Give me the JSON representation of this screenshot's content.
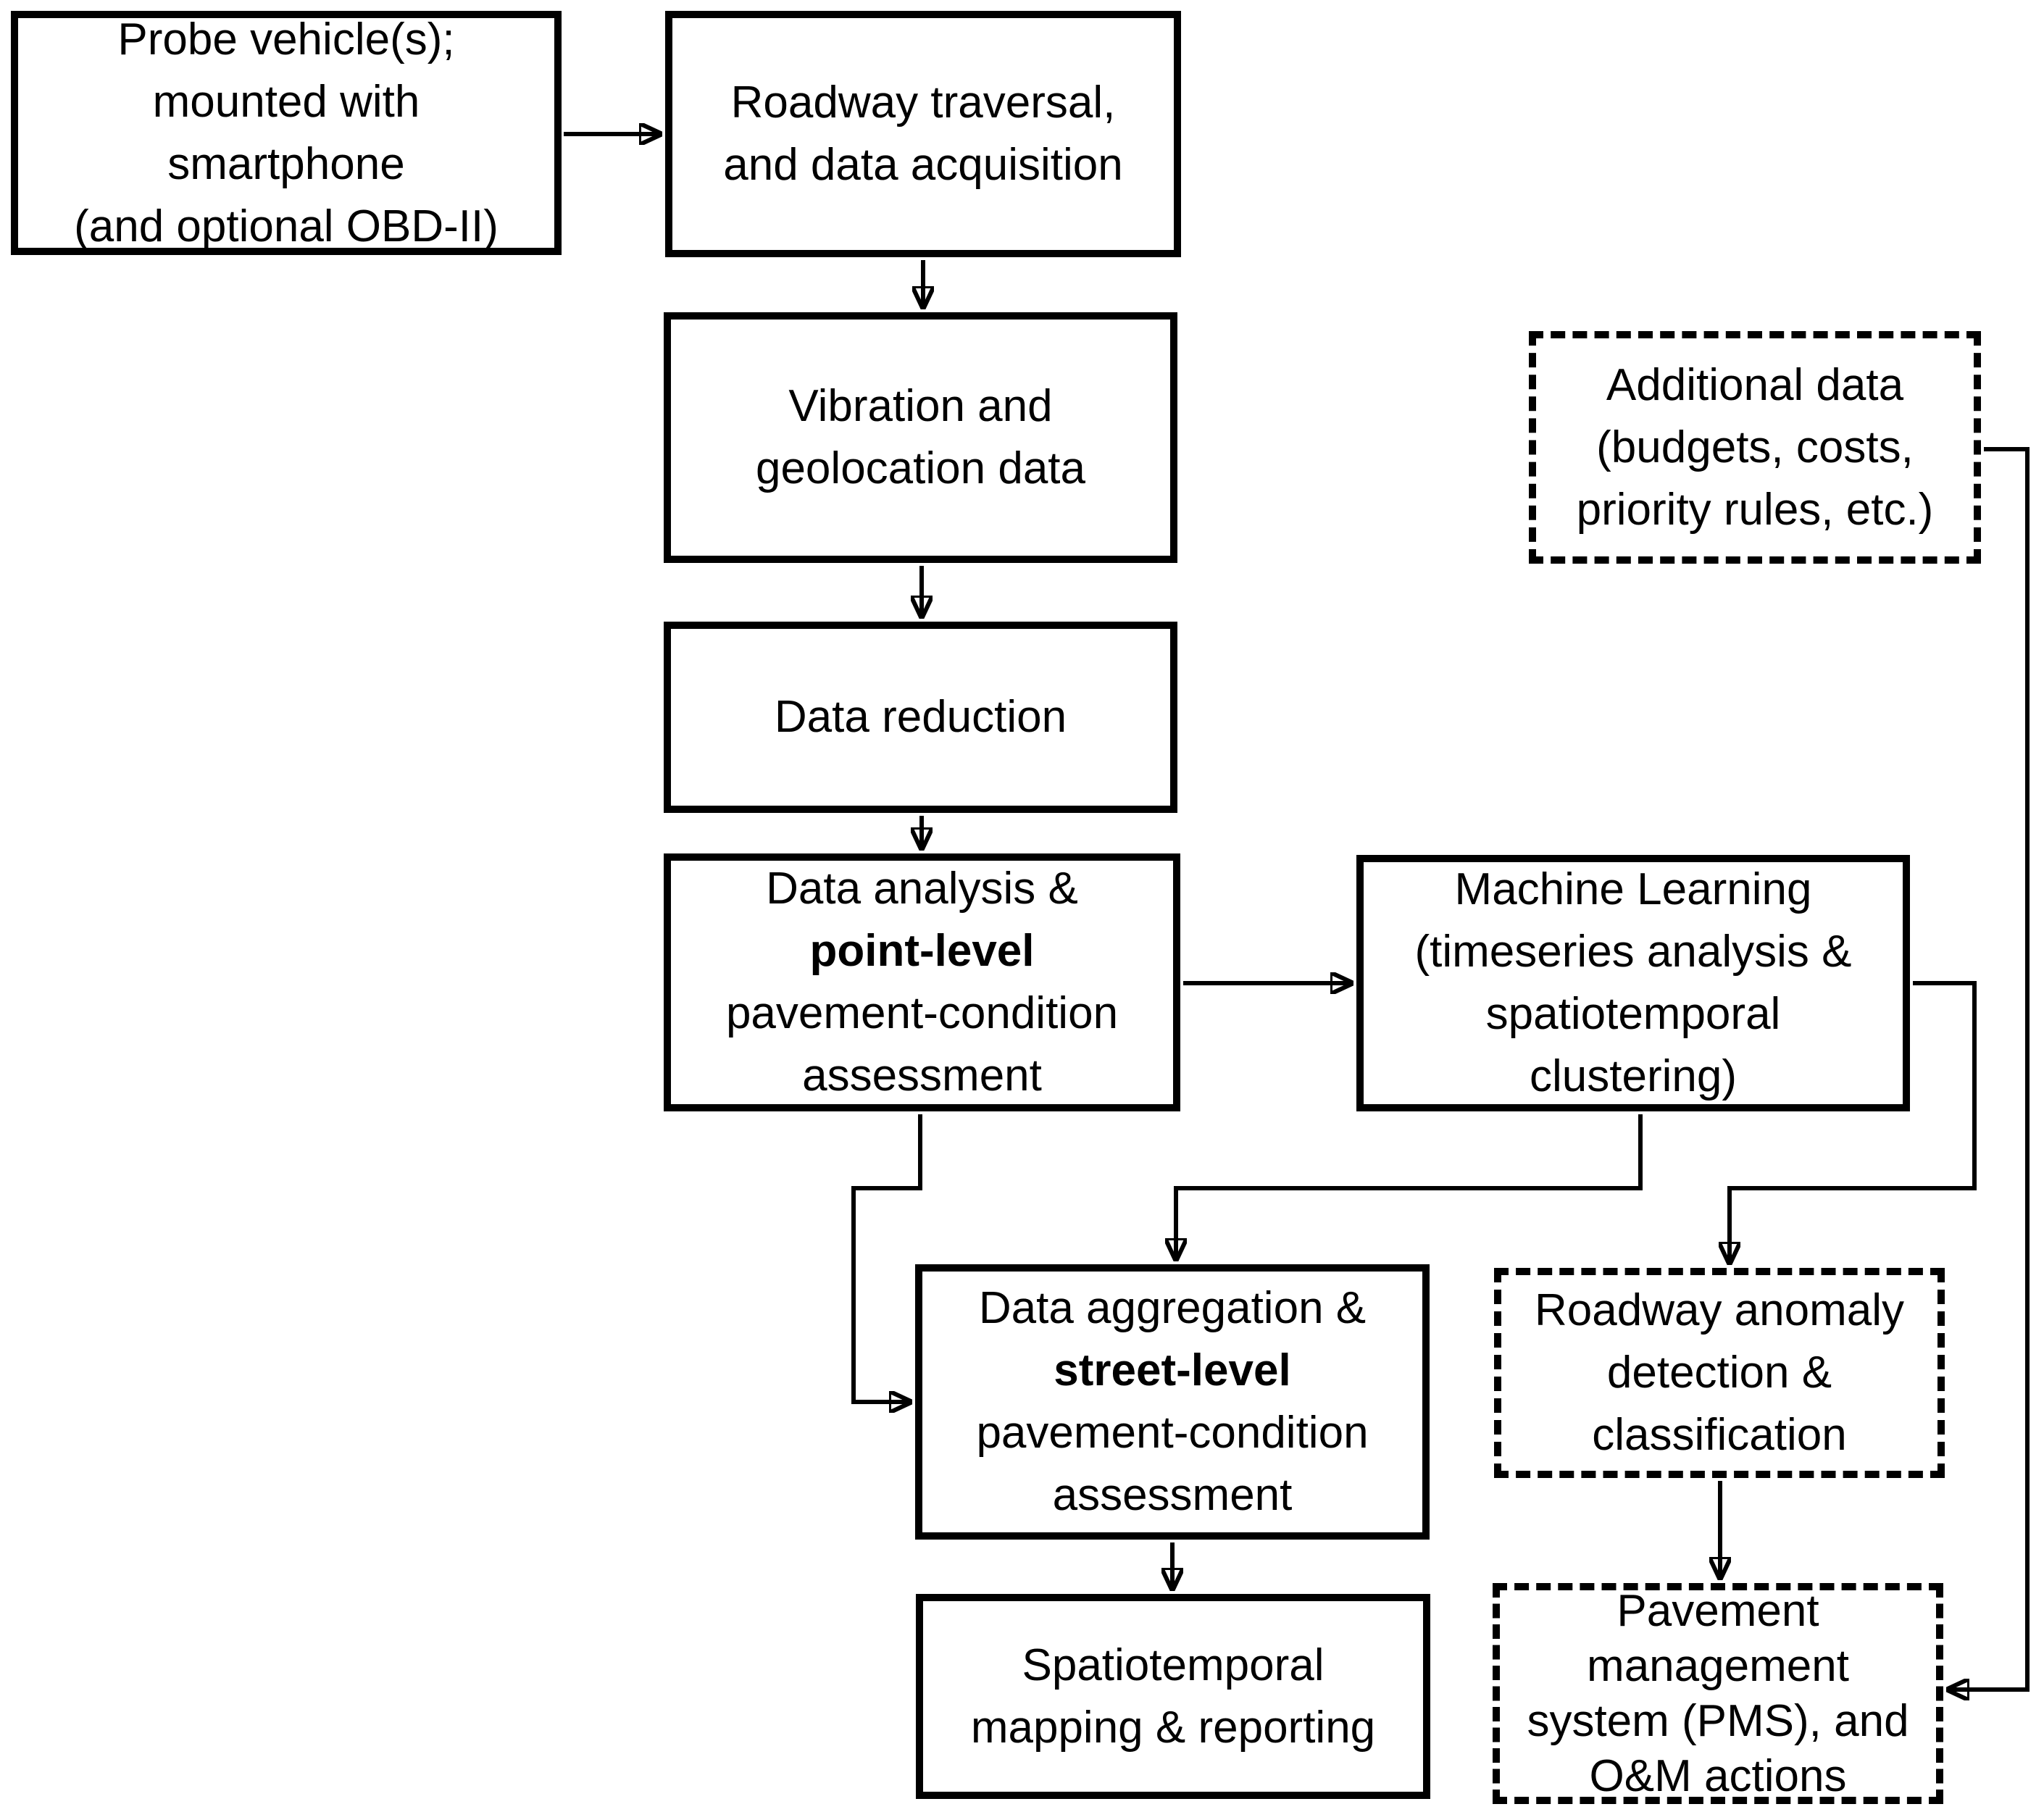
{
  "colors": {
    "ink": "#000000",
    "background": "#ffffff"
  },
  "nodes": {
    "probe": {
      "lines": [
        "Probe vehicle(s);",
        "mounted with",
        "smartphone",
        "(and optional OBD-II)"
      ],
      "border": "solid"
    },
    "traversal": {
      "lines": [
        "Roadway traversal,",
        "and data acquisition"
      ],
      "border": "solid"
    },
    "vibration": {
      "lines": [
        "Vibration and",
        "geolocation data"
      ],
      "border": "solid"
    },
    "reduction": {
      "lines": [
        "Data reduction"
      ],
      "border": "solid"
    },
    "analysis": {
      "lines": [
        "Data analysis &",
        "point-level",
        "pavement-condition",
        "assessment"
      ],
      "bold_line": "point-level",
      "border": "solid"
    },
    "ml": {
      "lines": [
        "Machine Learning",
        "(timeseries analysis &",
        "spatiotemporal",
        "clustering)"
      ],
      "border": "solid"
    },
    "additional": {
      "lines": [
        "Additional data",
        "(budgets, costs,",
        "priority rules, etc.)"
      ],
      "border": "dashed"
    },
    "aggregation": {
      "lines": [
        "Data aggregation &",
        "street-level",
        "pavement-condition",
        "assessment"
      ],
      "bold_line": "street-level",
      "border": "solid"
    },
    "spatio": {
      "lines": [
        "Spatiotemporal",
        "mapping & reporting"
      ],
      "border": "solid"
    },
    "anomaly": {
      "lines": [
        "Roadway anomaly",
        "detection &",
        "classification"
      ],
      "border": "dashed"
    },
    "pms": {
      "lines": [
        "Pavement",
        "management",
        "system (PMS), and",
        "O&M actions"
      ],
      "border": "dashed"
    }
  },
  "edges": [
    {
      "from": "probe",
      "to": "traversal"
    },
    {
      "from": "traversal",
      "to": "vibration"
    },
    {
      "from": "vibration",
      "to": "reduction"
    },
    {
      "from": "reduction",
      "to": "analysis"
    },
    {
      "from": "analysis",
      "to": "ml"
    },
    {
      "from": "analysis",
      "to": "aggregation"
    },
    {
      "from": "ml",
      "to": "aggregation"
    },
    {
      "from": "ml",
      "to": "anomaly"
    },
    {
      "from": "additional",
      "to": "pms"
    },
    {
      "from": "aggregation",
      "to": "spatio"
    },
    {
      "from": "anomaly",
      "to": "pms"
    }
  ]
}
